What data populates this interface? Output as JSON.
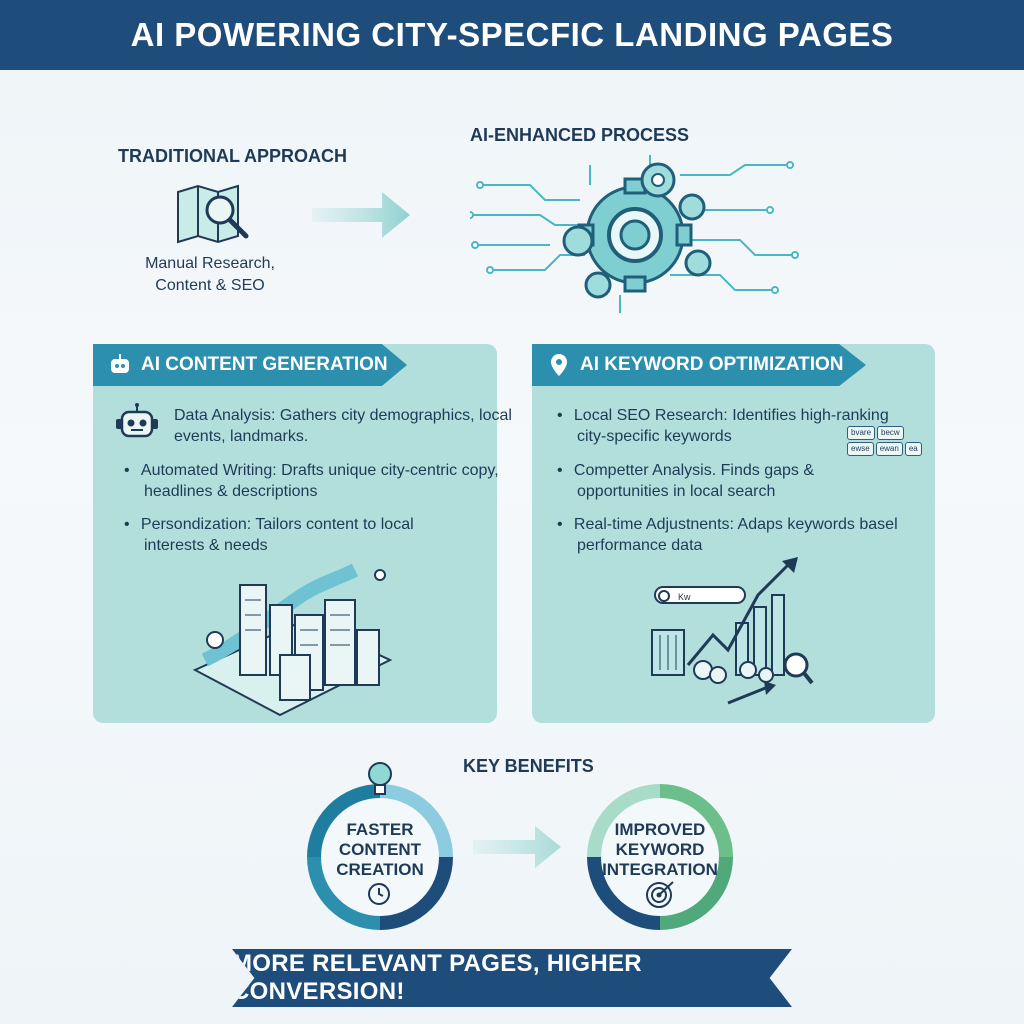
{
  "header": {
    "title": "AI POWERING CITY-SPECFIC LANDING PAGES"
  },
  "traditional": {
    "label": "TRADITIONAL APPROACH",
    "caption_line1": "Manual Research,",
    "caption_line2": "Content & SEO",
    "icon": "map-search-icon"
  },
  "ai_process": {
    "label": "AI-ENHANCED PROCESS",
    "icon": "gear-circuit-icon"
  },
  "content_panel": {
    "title": "AI CONTENT GENERATION",
    "items": [
      {
        "line1": "Data Analysis: Gathers city demographics, local",
        "line2": "events, landmarks."
      },
      {
        "line1": "Automated Writing: Drafts unique city-centric copy,",
        "line2": "headlines & descriptions"
      },
      {
        "line1": "Persondization: Tailors content to local",
        "line2": "interests & needs"
      }
    ]
  },
  "keyword_panel": {
    "title": "AI KEYWORD OPTIMIZATION",
    "items": [
      {
        "line1": "Local SEO Research: Identifies high-ranking",
        "line2": "city-specific keywords"
      },
      {
        "line1": "Competter Analysis. Finds gaps &",
        "line2": "opportunities in local search"
      },
      {
        "line1": "Real-time Adjustnents: Adaps keywords basel",
        "line2": "performance data"
      }
    ],
    "chips": [
      "bvare",
      "becw",
      "ewse",
      "ewan",
      "ea"
    ],
    "search_text": "Kw"
  },
  "benefits": {
    "label": "KEY BENEFITS",
    "left": {
      "line1": "FASTER",
      "line2": "CONTENT",
      "line3": "CREATION"
    },
    "right": {
      "line1": "IMPROVED",
      "line2": "KEYWORD",
      "line3": "INTEGRATION"
    }
  },
  "footer": {
    "banner": "MORE RELEVANT PAGES, HIGHER CONVERSION!"
  },
  "colors": {
    "navy": "#1e4d7b",
    "teal": "#2d8fae",
    "panel": "#b2dfdc",
    "green": "#5fae7c"
  }
}
